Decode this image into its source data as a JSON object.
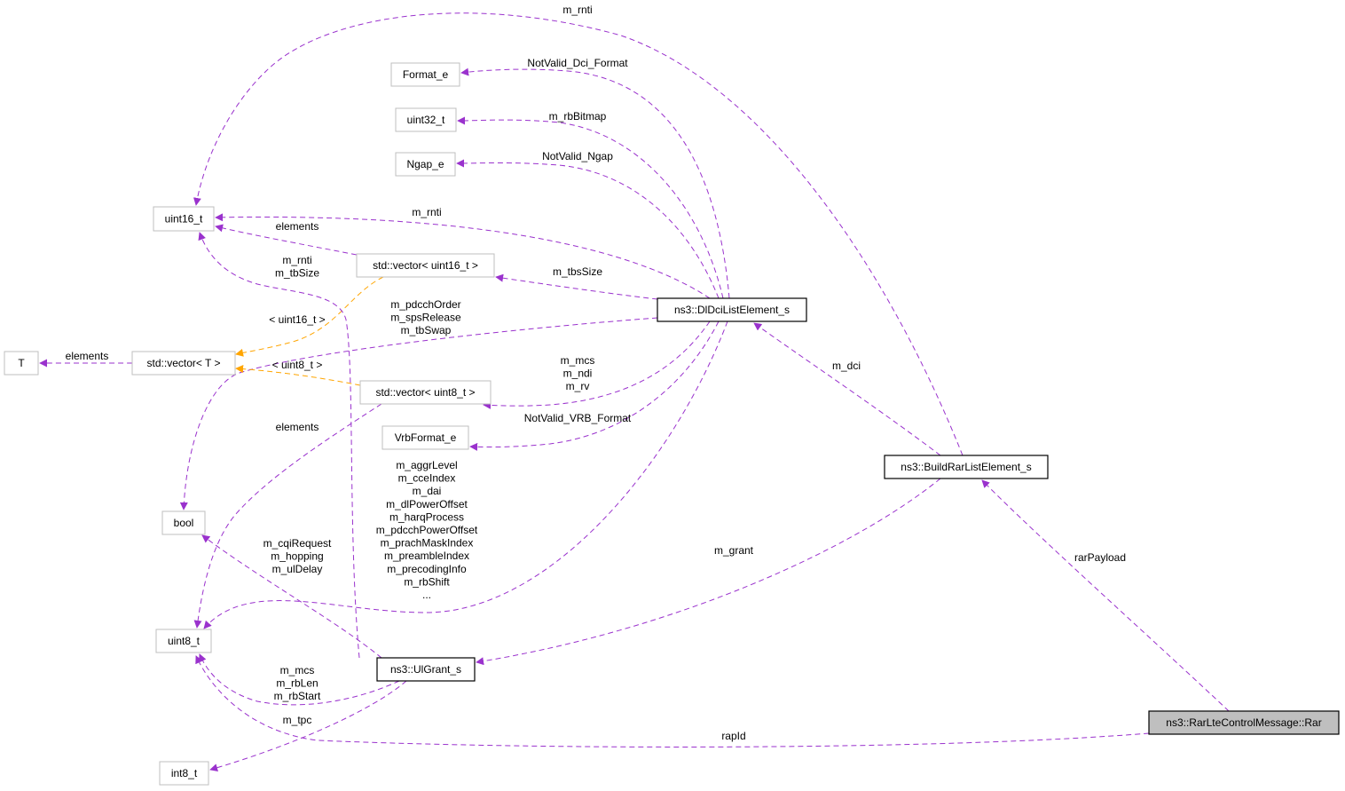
{
  "colors": {
    "member_edge": "#9a32cd",
    "template_edge": "#ffa500",
    "external_border": "#bfbfbf",
    "defined_border": "#000000",
    "focus_fill": "#bfbfbf"
  },
  "nodes": {
    "format_e": "Format_e",
    "uint32_t": "uint32_t",
    "ngap_e": "Ngap_e",
    "uint16_t": "uint16_t",
    "vector_uint16": "std::vector< uint16_t >",
    "dldci": "ns3::DlDciListElement_s",
    "t": "T",
    "vector_t": "std::vector< T >",
    "vector_uint8": "std::vector< uint8_t >",
    "vrbformat_e": "VrbFormat_e",
    "buildrar": "ns3::BuildRarListElement_s",
    "bool": "bool",
    "uint8_t": "uint8_t",
    "ulgrant": "ns3::UlGrant_s",
    "rar": "ns3::RarLteControlMessage::Rar",
    "int8_t": "int8_t"
  },
  "edges": {
    "rar_to_buildrar": [
      "rarPayload"
    ],
    "rar_to_uint8": [
      "rapId"
    ],
    "buildrar_to_uint16": [
      "m_rnti"
    ],
    "buildrar_to_dldci": [
      "m_dci"
    ],
    "buildrar_to_ulgrant": [
      "m_grant"
    ],
    "dldci_to_format": [
      "NotValid_Dci_Format"
    ],
    "dldci_to_uint32": [
      "m_rbBitmap"
    ],
    "dldci_to_ngap": [
      "NotValid_Ngap"
    ],
    "dldci_to_uint16": [
      "m_rnti"
    ],
    "dldci_to_vec16": [
      "m_tbsSize"
    ],
    "dldci_to_bool": [
      "m_pdcchOrder",
      "m_spsRelease",
      "m_tbSwap"
    ],
    "dldci_to_vec8": [
      "m_mcs",
      "m_ndi",
      "m_rv"
    ],
    "dldci_to_vrb": [
      "NotValid_VRB_Format"
    ],
    "dldci_to_uint8": [
      "m_aggrLevel",
      "m_cceIndex",
      "m_dai",
      "m_dlPowerOffset",
      "m_harqProcess",
      "m_pdcchPowerOffset",
      "m_prachMaskIndex",
      "m_preambleIndex",
      "m_precodingInfo",
      "m_rbShift",
      "..."
    ],
    "vec16_to_uint16": [
      "elements"
    ],
    "vec16_to_vect": [
      "< uint16_t >"
    ],
    "vec8_to_vect": [
      "< uint8_t >"
    ],
    "vec8_to_uint8": [
      "elements"
    ],
    "vect_to_t": [
      "elements"
    ],
    "ulgrant_to_uint16": [
      "m_rnti",
      "m_tbSize"
    ],
    "ulgrant_to_bool": [
      "m_cqiRequest",
      "m_hopping",
      "m_ulDelay"
    ],
    "ulgrant_to_uint8": [
      "m_mcs",
      "m_rbLen",
      "m_rbStart"
    ],
    "ulgrant_to_int8": [
      "m_tpc"
    ]
  }
}
